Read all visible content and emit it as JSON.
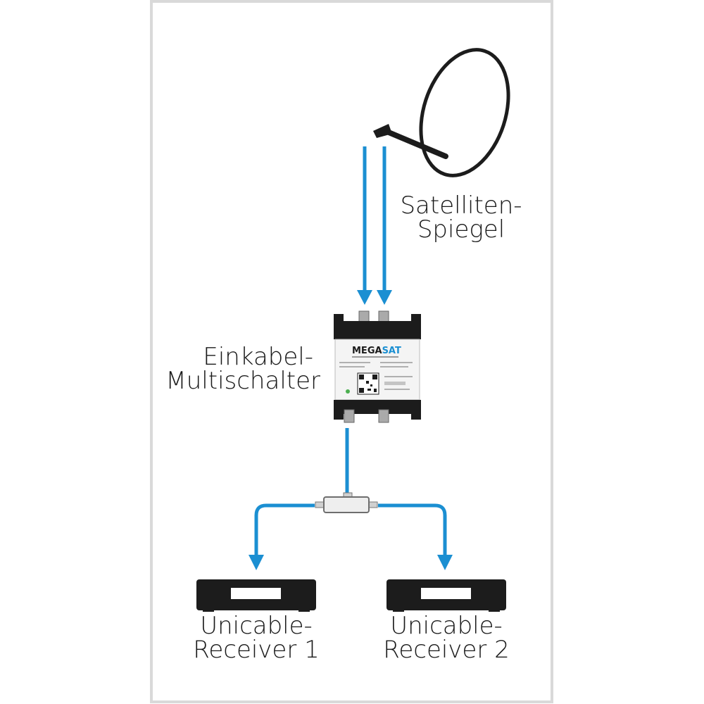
{
  "labels": {
    "dish_line1": "Satelliten-",
    "dish_line2": "Spiegel",
    "switch_line1": "Einkabel-",
    "switch_line2": "Multischalter",
    "receiver1_line1": "Unicable-",
    "receiver1_line2": "Receiver 1",
    "receiver2_line1": "Unicable-",
    "receiver2_line2": "Receiver 2"
  },
  "device": {
    "brand_part1": "MEGA",
    "brand_part2": "SAT"
  },
  "colors": {
    "frame": "#d9d9d9",
    "arrow": "#1b8fd2",
    "device_dark": "#1c1c1c",
    "text": "#1a1a1a",
    "brand_blue": "#1b8fd2"
  },
  "icons": {
    "dish": "satellite-dish-icon",
    "switch": "multiswitch-device-icon",
    "splitter": "splitter-icon",
    "receiver": "set-top-box-icon"
  }
}
